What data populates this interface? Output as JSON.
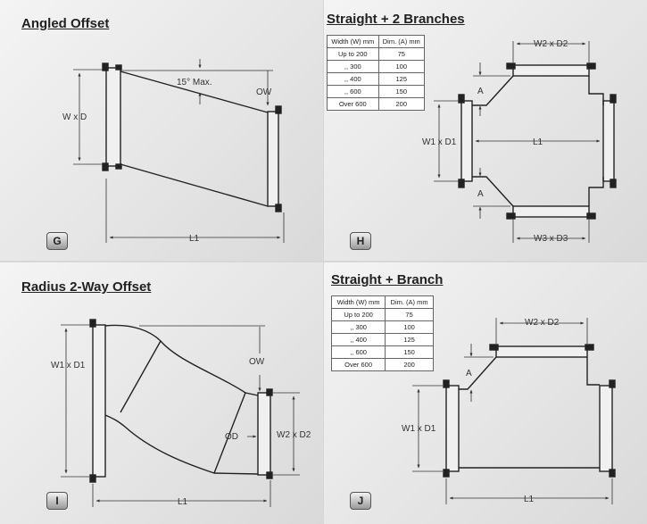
{
  "panels": {
    "g": {
      "title": "Angled Offset",
      "tag": "G",
      "labels": {
        "angle": "15° Max.",
        "ow": "OW",
        "wd": "W x D",
        "l1": "L1"
      }
    },
    "h": {
      "title": "Straight + 2 Branches",
      "tag": "H",
      "labels": {
        "w2d2": "W2 x D2",
        "a_top": "A",
        "a_bottom": "A",
        "w1d1": "W1 x D1",
        "l1": "L1",
        "w3d3": "W3 x D3"
      }
    },
    "i": {
      "title": "Radius 2-Way Offset",
      "tag": "I",
      "labels": {
        "w1d1": "W1 x D1",
        "ow": "OW",
        "od": "OD",
        "w2d2": "W2 x D2",
        "l1": "L1"
      }
    },
    "j": {
      "title": "Straight + Branch",
      "tag": "J",
      "labels": {
        "w2d2": "W2 x D2",
        "a": "A",
        "w1d1": "W1 x D1",
        "l1": "L1"
      }
    }
  },
  "dimension_table": {
    "headers": [
      "Width (W) mm",
      "Dim. (A) mm"
    ],
    "rows": [
      [
        "Up to 200",
        "75"
      ],
      [
        ",,    300",
        "100"
      ],
      [
        ",,    400",
        "125"
      ],
      [
        ",,    600",
        "150"
      ],
      [
        "Over 600",
        "200"
      ]
    ]
  }
}
